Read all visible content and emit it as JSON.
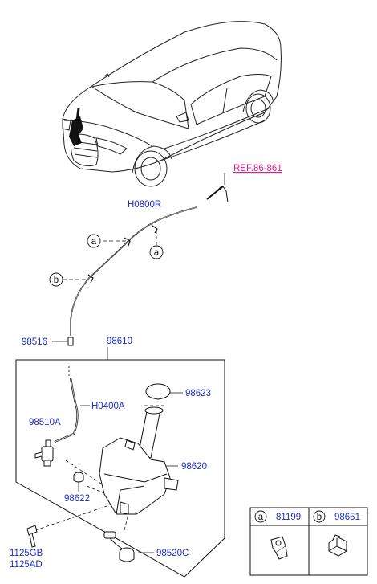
{
  "ref_label": "REF.86-861",
  "parts": {
    "hose_main": "H0800R",
    "hose_short": "H0400A",
    "connector": "98516",
    "assembly": "98610",
    "motor": "98510A",
    "cap": "98623",
    "reservoir": "98620",
    "grommet": "98622",
    "level_sensor": "98520C",
    "bolt_1": "1125GB",
    "bolt_2": "1125AD"
  },
  "callouts": {
    "a": "a",
    "b": "b"
  },
  "legend": {
    "a_key": "a",
    "a_part": "81199",
    "b_key": "b",
    "b_part": "98651"
  },
  "colors": {
    "part_label": "#1b2fc9",
    "reference_label": "#e01a8c",
    "line": "#111111"
  }
}
